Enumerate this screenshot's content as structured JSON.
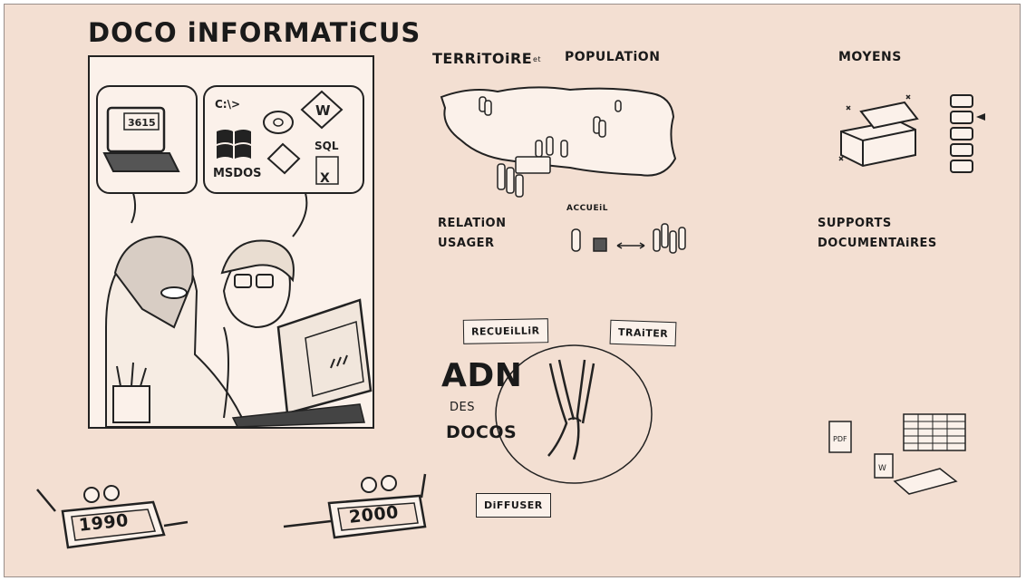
{
  "title": "DOCO iNFORMATiCUS",
  "comic": {
    "screen_code": "3615",
    "prompt": "C:\\>",
    "msdos": "MSDOS",
    "sql": "SQL",
    "word_letter": "W",
    "excel_letter": "X"
  },
  "territoire": {
    "part1": "TERRiTOiRE",
    "conj": "et",
    "part2": "POPULATiON"
  },
  "moyens": "MOYENS",
  "relation": {
    "line1": "RELATiON",
    "line2": "USAGER",
    "accueil": "ACCUEiL"
  },
  "supports": {
    "line1": "SUPPORTS",
    "line2": "DOCUMENTAiRES"
  },
  "adn": {
    "recueillir": "RECUEiLLiR",
    "traiter": "TRAiTER",
    "diffuser": "DiFFUSER",
    "big": "ADN",
    "des": "DES",
    "docos": "DOCOS"
  },
  "years": {
    "left": "1990",
    "right": "2000"
  },
  "docs": {
    "pdf": "PDF",
    "w": "W"
  },
  "colors": {
    "background": "#f3dfd2",
    "ink": "#1a1a1a",
    "paper": "#fbf1ea"
  }
}
